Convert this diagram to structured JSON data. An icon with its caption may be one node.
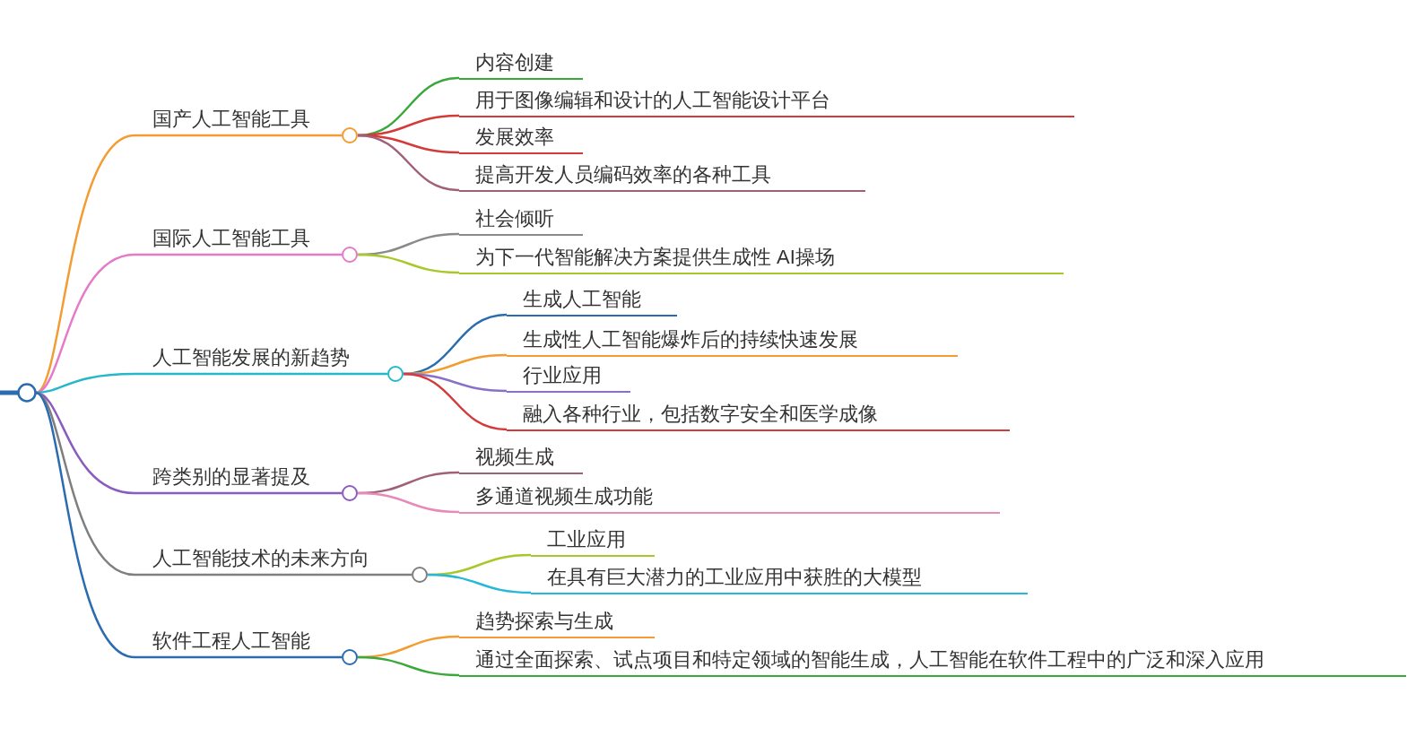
{
  "diagram": {
    "nodes": [
      {
        "text": [],
        "shape": "circle"
      },
      {
        "text": [
          "国产人工智能工具"
        ]
      },
      {
        "text": [
          "内容创建"
        ]
      },
      {
        "text": [
          "用于图像编辑和设计的人工智能设计平台"
        ]
      },
      {
        "text": [
          "发展效率"
        ]
      },
      {
        "text": [
          "提高开发人员编码效率的各种工具"
        ]
      },
      {
        "text": [
          "国际人工智能工具"
        ]
      },
      {
        "text": [
          "社会倾听"
        ]
      },
      {
        "text": [
          "为下一代智能解决方案提供生成性 AI操场"
        ]
      },
      {
        "text": [
          "人工智能发展的新趋势"
        ]
      },
      {
        "text": [
          "生成人工智能"
        ]
      },
      {
        "text": [
          "生成性人工智能爆炸后的持续快速发展"
        ]
      },
      {
        "text": [
          "行业应用"
        ]
      },
      {
        "text": [
          "融入各种行业，包括数字安全和医学成像"
        ]
      },
      {
        "text": [
          "跨类别的显著提及"
        ]
      },
      {
        "text": [
          "视频生成"
        ]
      },
      {
        "text": [
          "多通道视频生成功能"
        ]
      },
      {
        "text": [
          "人工智能技术的未来方向"
        ]
      },
      {
        "text": [
          "工业应用"
        ]
      },
      {
        "text": [
          "在具有巨大潜力的工业应用中获胜的大模型"
        ]
      },
      {
        "text": [
          "软件工程人工智能"
        ]
      },
      {
        "text": [
          "趋势探索与生成"
        ]
      },
      {
        "text": [
          "通过全面探索、试点项目和特定领域的智能生成，人工智能在软件工程中的广泛和深入应用"
        ]
      }
    ],
    "edges": [
      {
        "from": 0,
        "to": 1,
        "arrow": "none",
        "color": "#f39c32"
      },
      {
        "from": 0,
        "to": 6,
        "arrow": "none",
        "color": "#e57ac8"
      },
      {
        "from": 0,
        "to": 9,
        "arrow": "none",
        "color": "#26b8c8"
      },
      {
        "from": 0,
        "to": 14,
        "arrow": "none",
        "color": "#8a5cc0"
      },
      {
        "from": 0,
        "to": 17,
        "arrow": "none",
        "color": "#7f7f7f"
      },
      {
        "from": 0,
        "to": 20,
        "arrow": "none",
        "color": "#2b6cb0"
      },
      {
        "from": 1,
        "to": 2,
        "arrow": "none",
        "color": "#3aa83a"
      },
      {
        "from": 1,
        "to": 3,
        "arrow": "none",
        "color": "#d43a3a"
      },
      {
        "from": 1,
        "to": 4,
        "arrow": "none",
        "color": "#d43a3a"
      },
      {
        "from": 1,
        "to": 5,
        "arrow": "none",
        "color": "#a0607a"
      },
      {
        "from": 6,
        "to": 7,
        "arrow": "none",
        "color": "#8a8a8a"
      },
      {
        "from": 6,
        "to": 8,
        "arrow": "none",
        "color": "#a8c82a"
      },
      {
        "from": 9,
        "to": 10,
        "arrow": "none",
        "color": "#2a6cb0"
      },
      {
        "from": 9,
        "to": 11,
        "arrow": "none",
        "color": "#f39c32"
      },
      {
        "from": 9,
        "to": 12,
        "arrow": "none",
        "color": "#8a70c8"
      },
      {
        "from": 9,
        "to": 13,
        "arrow": "none",
        "color": "#d43a3a"
      },
      {
        "from": 14,
        "to": 15,
        "arrow": "none",
        "color": "#a0607a"
      },
      {
        "from": 14,
        "to": 16,
        "arrow": "none",
        "color": "#e88ab8"
      },
      {
        "from": 17,
        "to": 18,
        "arrow": "none",
        "color": "#a8c82a"
      },
      {
        "from": 17,
        "to": 19,
        "arrow": "none",
        "color": "#26b8d8"
      },
      {
        "from": 20,
        "to": 21,
        "arrow": "none",
        "color": "#f39c32"
      },
      {
        "from": 20,
        "to": 22,
        "arrow": "none",
        "color": "#3aa83a"
      }
    ]
  }
}
